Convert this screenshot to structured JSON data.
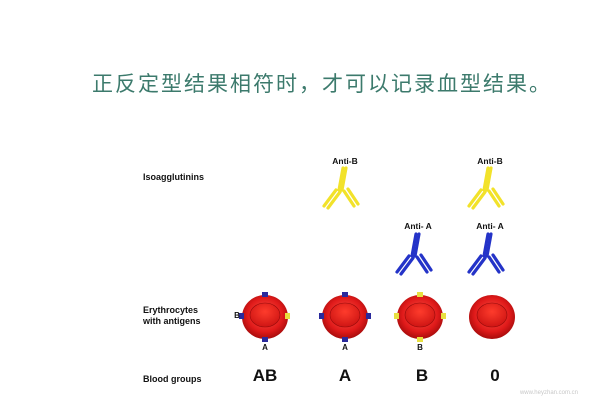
{
  "heading": "正反定型结果相符时，才可以记录血型结果。",
  "rows": {
    "isoagglutinins": "Isoagglutinins",
    "erythrocytes_line1": "Erythrocytes",
    "erythrocytes_line2": "with antigens",
    "blood_groups": "Blood groups"
  },
  "antibodies": {
    "anti_b": "Anti-B",
    "anti_a": "Anti- A"
  },
  "antigens": {
    "b": "B",
    "a": "A"
  },
  "groups": {
    "ab": "AB",
    "a": "A",
    "b": "B",
    "o": "0"
  },
  "colors": {
    "anti_b": "#f2e22a",
    "anti_a": "#2433c8",
    "erythrocyte": "#e01a1a",
    "antigen_a": "#2a2a9c",
    "antigen_b": "#e8e040",
    "heading": "#3c7a6c"
  },
  "watermark": "www.heyzhan.com.cn"
}
